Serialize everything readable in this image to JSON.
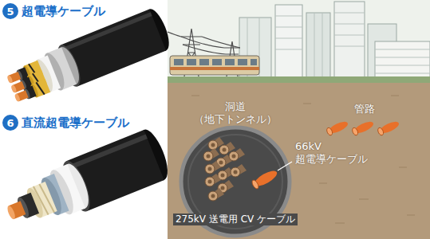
{
  "diagram": {
    "nodes": [
      {
        "text": [
          "5"
        ]
      },
      {
        "text": [
          "6"
        ]
      },
      {
        "text": [
          "洞道 （地下トンネル）",
          "275kV 送電用 CV ケーブル"
        ]
      }
    ],
    "labels": [
      "超電導ケーブル",
      "直流超電導ケーブル",
      "管路",
      "66kV 超電導ケーブル"
    ]
  }
}
